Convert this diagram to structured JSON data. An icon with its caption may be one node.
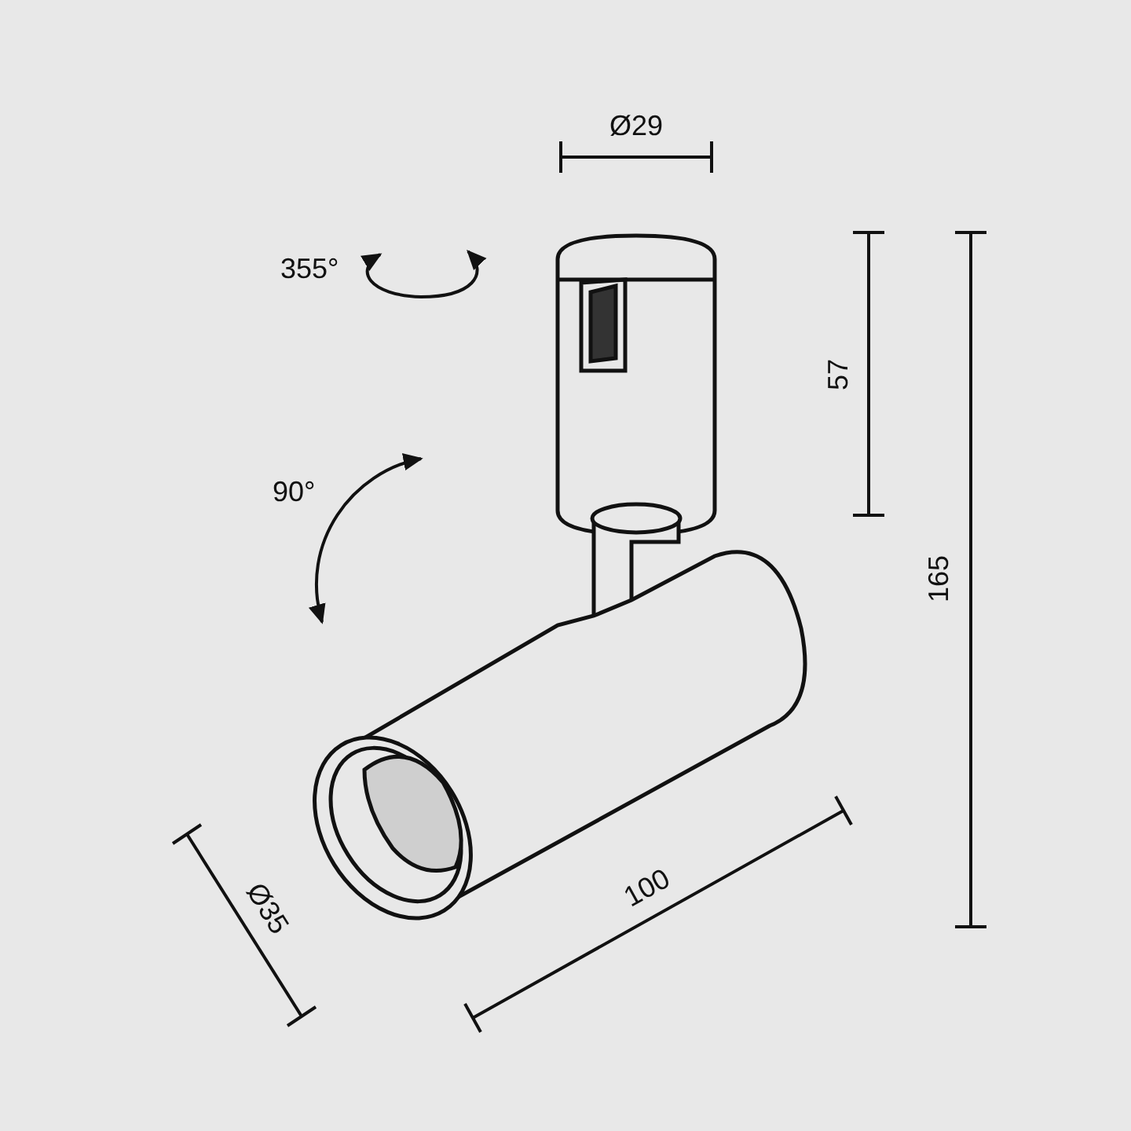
{
  "diagram": {
    "labels": [
      "Ø29",
      "355°",
      "57",
      "165",
      "90°",
      "100",
      "Ø35"
    ]
  }
}
